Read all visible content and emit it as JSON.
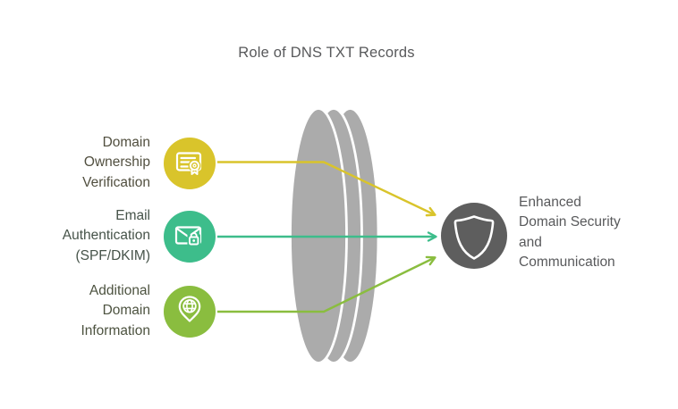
{
  "title": {
    "text": "Role of DNS TXT Records",
    "color": "#58595B"
  },
  "items": [
    {
      "label": "Domain\nOwnership\nVerification",
      "label_color": "#514F3F",
      "color": "#D9C42B",
      "icon": "certificate-icon"
    },
    {
      "label": "Email\nAuthentication\n(SPF/DKIM)",
      "label_color": "#465349",
      "color": "#3DBD8B",
      "icon": "email-lock-icon"
    },
    {
      "label": "Additional\nDomain\nInformation",
      "label_color": "#4D5340",
      "color": "#8ABD3F",
      "icon": "location-globe-icon"
    }
  ],
  "lens": {
    "color": "#ABABAB",
    "separator_color": "#FFFFFF"
  },
  "outcome": {
    "label": "Enhanced\nDomain Security\nand\nCommunication",
    "label_color": "#58595B",
    "circle_color": "#5E5E5E",
    "icon": "shield-icon",
    "icon_stroke": "#FFFFFF"
  }
}
